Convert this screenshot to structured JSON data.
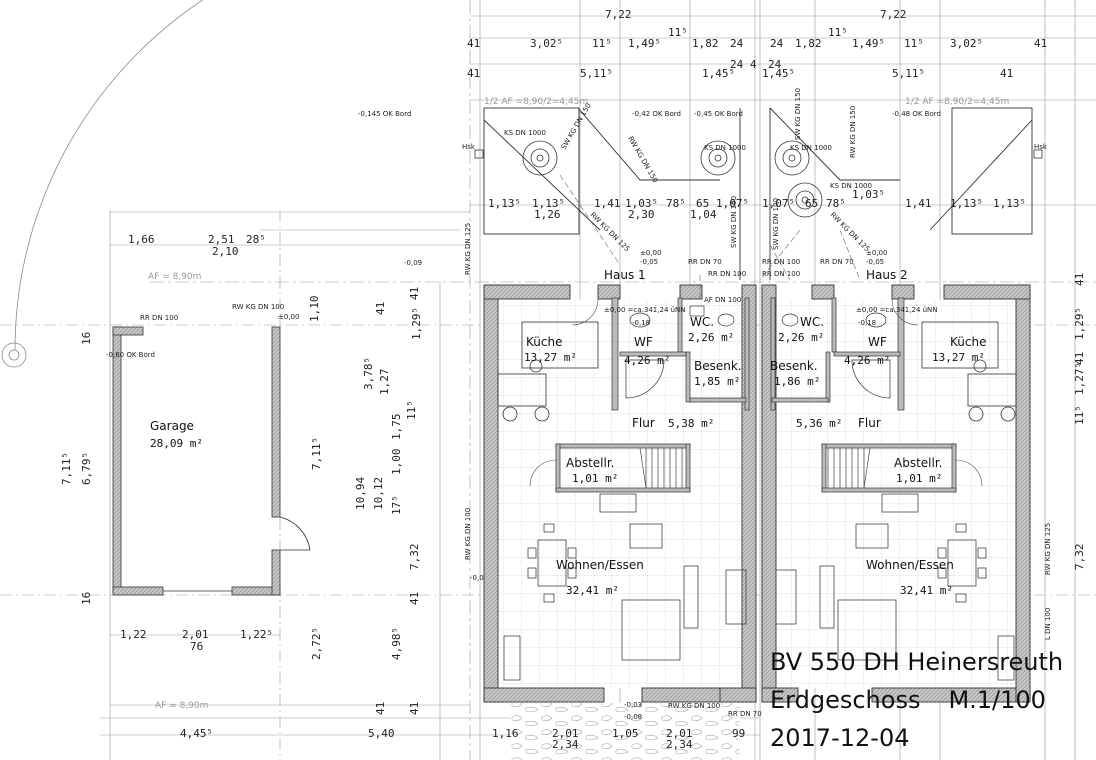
{
  "project": {
    "title": "BV 550 DH Heinersreuth",
    "floor": "Erdgeschoss",
    "scale": "M.1/100",
    "date": "2017-12-04"
  },
  "houses": [
    "Haus 1",
    "Haus 2"
  ],
  "rooms": {
    "garage": {
      "name": "Garage",
      "area": "28,09 m²"
    },
    "kueche_1": {
      "name": "Küche",
      "area": "13,27 m²"
    },
    "wf_1": {
      "name": "WF",
      "area": "4,26 m²"
    },
    "wc_1": {
      "name": "WC.",
      "area": "2,26 m²"
    },
    "besenk_1": {
      "name": "Besenk.",
      "area": "1,85 m²"
    },
    "flur_1": {
      "name": "Flur",
      "area": "5,38 m²"
    },
    "abstellr_1": {
      "name": "Abstellr.",
      "area": "1,01 m²"
    },
    "wohnen_1": {
      "name": "Wohnen/Essen",
      "area": "32,41 m²"
    },
    "wc_2": {
      "name": "WC.",
      "area": "2,26 m²"
    },
    "besenk_2": {
      "name": "Besenk.",
      "area": "1,86 m²"
    },
    "wf_2": {
      "name": "WF",
      "area": "4,26 m²"
    },
    "kueche_2": {
      "name": "Küche",
      "area": "13,27 m²"
    },
    "flur_2": {
      "name": "Flur",
      "area": "5,36 m²"
    },
    "abstellr_2": {
      "name": "Abstellr.",
      "area": "1,01 m²"
    },
    "wohnen_2": {
      "name": "Wohnen/Essen",
      "area": "32,41 m²"
    }
  },
  "dims": {
    "top1": [
      "7,22",
      "7,22"
    ],
    "top2": [
      "41",
      "3,02⁵",
      "11⁵",
      "1,49⁵",
      "11⁵",
      "1,82",
      "24",
      "24",
      "1,82",
      "11⁵",
      "1,49⁵",
      "11⁵",
      "3,02⁵",
      "41"
    ],
    "top3": [
      "41",
      "5,11⁵",
      "1,45⁵",
      "24",
      "4",
      "24",
      "1,45⁵",
      "5,11⁵",
      "41"
    ],
    "mid": [
      "1,13⁵",
      "1,13⁵",
      "1,26",
      "1,41",
      "1,03⁵",
      "78⁵",
      "2,30",
      "65",
      "1,04",
      "1,07⁵",
      "1,07⁵",
      "65",
      "78⁵",
      "1,03⁵",
      "1,41",
      "1,13⁵",
      "1,13⁵"
    ],
    "garage_top": [
      "1,66",
      "2,51",
      "28⁵",
      "2,10"
    ],
    "garage_bottom": [
      "1,22",
      "2,01",
      "1,22⁵",
      "76"
    ],
    "bottom": [
      "4,45⁵",
      "5,40",
      "1,16",
      "2,01",
      "2,34",
      "1,05",
      "2,01",
      "2,34",
      "99"
    ],
    "left": [
      "16",
      "7,11⁵",
      "6,79⁵",
      "16"
    ],
    "center_vert": [
      "7,11⁵",
      "2,72⁵",
      "10,94",
      "10,12",
      "3,78⁵",
      "1,27",
      "11⁵",
      "1,75",
      "1,00",
      "17⁵",
      "4,98⁵",
      "7,32",
      "41",
      "41",
      "1,10",
      "41",
      "1,29⁵",
      "41",
      "41"
    ],
    "right_vert": [
      "41",
      "1,29⁵",
      "1,27⁵",
      "11⁵",
      "41",
      "7,32"
    ]
  },
  "annotations": {
    "af_top_left": "1/2 AF =8,90/2=4,45m",
    "af_top_right": "1/2 AF =8,90/2=4,45m",
    "af_left": "AF = 8,90m",
    "af_bottom": "AF = 8,90m",
    "ok_bord": [
      "-0,145 OK Bord",
      "-0,42 OK Bord",
      "-0,45 OK Bord",
      "-0,48 OK Bord",
      "-0,60 OK Bord"
    ],
    "ks1": "KS DN 1000",
    "ks2": "KS DN 1000",
    "ks3": "KS DN 1000",
    "ks4": "KS DN 1000",
    "hsk": [
      "Hsk",
      "Hsk"
    ],
    "rr": [
      "RR DN 100",
      "RR DN 70",
      "RR DN 100",
      "RR DN 100",
      "RR DN 70",
      "RR DN 100",
      "RR DN 70"
    ],
    "rw": [
      "RW KG DN 100",
      "RW KG DN 100"
    ],
    "levels": [
      "±0,00",
      "±0,00",
      "-0,05",
      "±0,00",
      "-0,05",
      "±0,00",
      "-0,18",
      "±0,00",
      "-0,18",
      "-0,03",
      "-0,08",
      "-0,09",
      "-0,0"
    ],
    "unn": [
      "±0,00 =ca.341,24 üNN",
      "±0,00 =ca.341,24 üNN"
    ],
    "pipes": [
      "SW KG DN 150",
      "RW KG DN 150",
      "SW KG DN 100",
      "RW KG DN 125",
      "RW KG DN 125",
      "RW KG DN 100",
      "SW KG DN 150",
      "RW KG DN 150",
      "SW KG DN 100",
      "RW KG DN 125",
      "RW KG DN 125"
    ],
    "ldn": "L DN 100",
    "ok_af": "AF DN 100"
  },
  "colors": {
    "wall_fill": "#c8c8c8",
    "line": "#333333",
    "dim_line": "#555555",
    "tile_grid": "#d4d4d4",
    "background": "#ffffff"
  }
}
